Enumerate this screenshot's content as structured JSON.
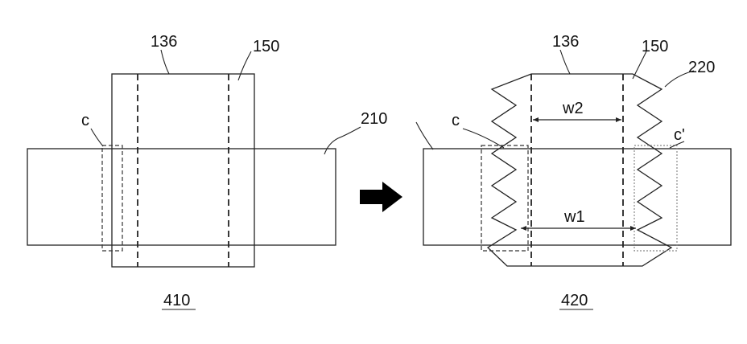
{
  "left_panel": {
    "label_136": "136",
    "label_150": "150",
    "label_c": "c",
    "label_210": "210",
    "caption": "410"
  },
  "right_panel": {
    "label_136": "136",
    "label_150": "150",
    "label_220": "220",
    "label_c": "c",
    "label_c_prime": "c'",
    "label_w2": "w2",
    "label_w1": "w1",
    "caption": "420"
  },
  "arrow": {
    "color": "#000000"
  },
  "colors": {
    "line": "#222222",
    "dotted_region": "#888888"
  }
}
